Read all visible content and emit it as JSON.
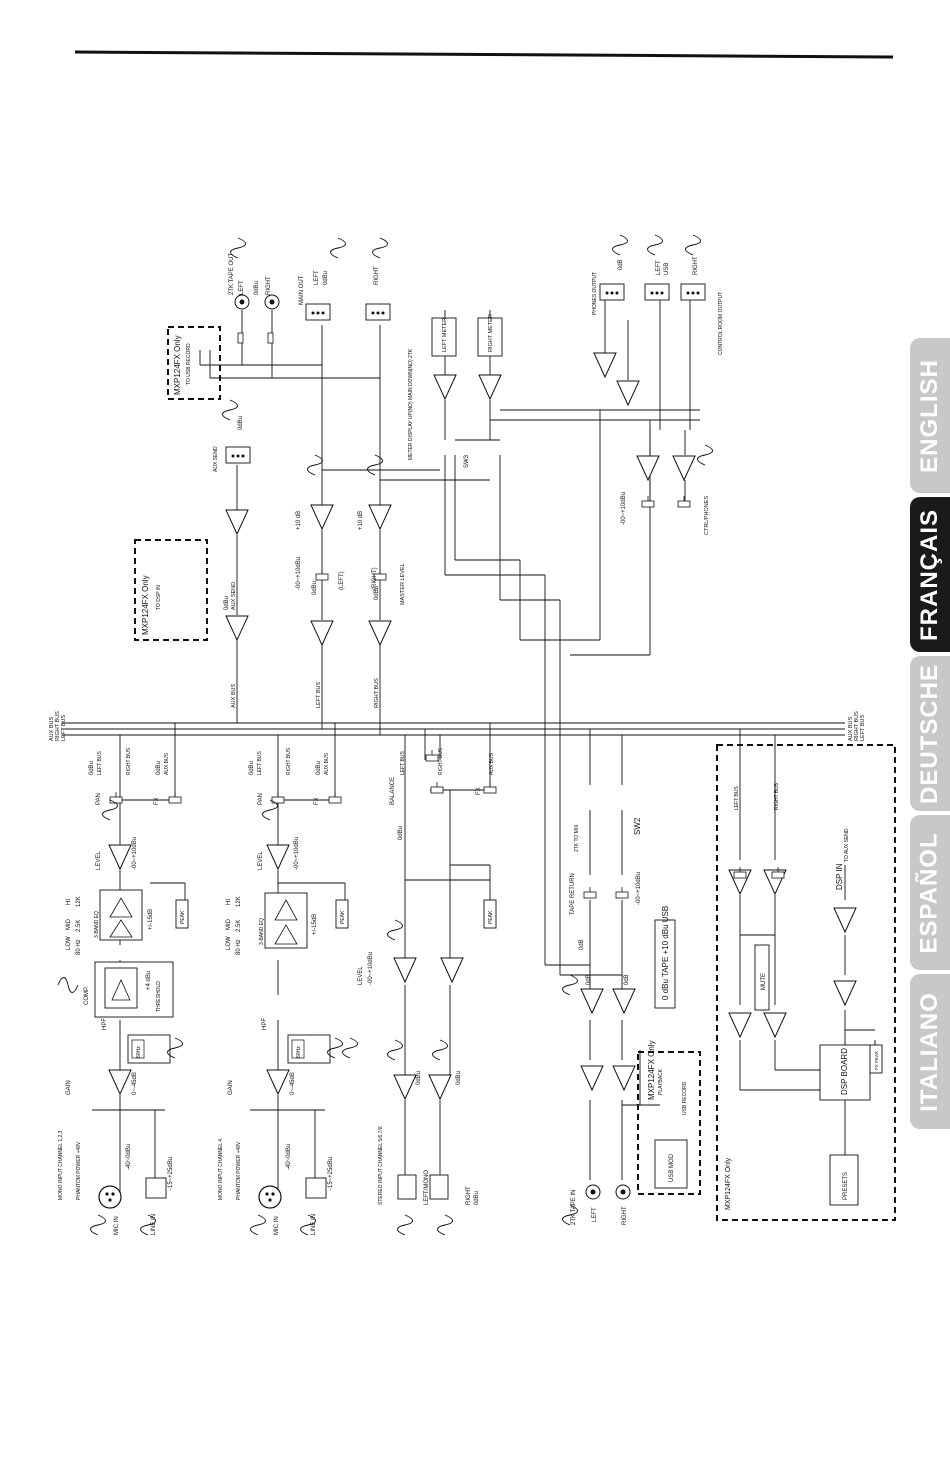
{
  "language_tabs": [
    {
      "label": "ENGLISH",
      "active": false
    },
    {
      "label": "FRANÇAIS",
      "active": true
    },
    {
      "label": "DEUTSCHE",
      "active": false
    },
    {
      "label": "ESPAÑOL",
      "active": false
    },
    {
      "label": "ITALIANO",
      "active": false
    }
  ],
  "colors": {
    "tab_inactive": "#c8c8c8",
    "tab_active": "#1a1a1a",
    "ink": "#111111"
  },
  "bus_labels": {
    "aux": "AUX BUS",
    "right": "RIGHT BUS",
    "left": "LEFT BUS"
  },
  "top_outputs": {
    "tape_out": "2TK TAPE OUT",
    "left": "LEFT",
    "odbu": "0dBu",
    "right": "RIGHT",
    "mxp_usb_title": "MXP124FX Only",
    "to_usb_record": "TO USB RECORD",
    "main_out": "MAIN OUT",
    "left_meter": "LEFT METER",
    "right_meter": "RIGHT METER",
    "meter_display": "METER DISPLAY UP(NO) MAIN DOWN(NO) 2TK",
    "sw3": "SW3",
    "aux_send": "AUX SEND",
    "plus10db": "+10 dB",
    "minus_inf": "-00~+10dBu",
    "left_paren": "(LEFT)",
    "right_paren": "(RIGHT)",
    "master_level": "MASTER LEVEL",
    "mxp_dsp_title": "MXP124FX Only",
    "to_dsp_in": "TO DSP IN",
    "aux_bus": "AUX BUS",
    "left_bus": "LEFT BUS",
    "right_bus": "RIGHT BUS",
    "phones_output": "PHONES OUTPUT",
    "control_room_output": "CONTROL ROOM OUTPUT",
    "ctrl_phones": "CTRL/PHONES",
    "usb": "USB",
    "odb": "0dB"
  },
  "mono_channel": {
    "title_a": "MONO INPUT CHANNEL 1,2,3",
    "title_b": "MONO INPUT CHANNEL 4",
    "phantom": "PHANTOM POWER +48V",
    "mic_in": "MIC IN",
    "line_in": "LINE IN",
    "mic_range": "-40~0dBu",
    "line_range": "-15~+25dBu",
    "gain": "GAIN",
    "gain_range": "0~-45dB",
    "hpf": "HPF",
    "hz80": "80Hz",
    "comp": "COMP.",
    "threshold": "THRESHOLD",
    "plus4db": "+4 dBu",
    "low": "LOW",
    "mid": "MID",
    "hi": "HI",
    "f_low": "80 Hz",
    "f_mid": "2.5K",
    "f_hi": "12K",
    "eq": "3-BAND EQ",
    "eq_range": "+/-15dB",
    "peak": "PEAK",
    "level": "LEVEL",
    "level_range": "-00~+10dBu",
    "pan": "PAN",
    "fx": "FX",
    "odbu": "0dBu",
    "left_bus": "LEFT BUS",
    "right_bus": "RIGHT BUS",
    "aux_bus": "AUX BUS"
  },
  "stereo_channel": {
    "title": "STEREO INPUT CHANNEL 5/6,7/8",
    "left_mono": "LEFT/MONO",
    "right": "RIGHT",
    "odbu": "0dBu",
    "level": "LEVEL",
    "level_range": "-00~+10dBu",
    "balance": "BALANCE",
    "left_bus": "LEFT BUS",
    "right_bus": "RIGHT BUS",
    "aux_bus": "AUX BUS",
    "fx": "FX",
    "peak": "PEAK"
  },
  "tape_section": {
    "title": "2TK TAPE IN",
    "left": "LEFT",
    "right": "RIGHT",
    "tape_return": "TAPE RETURN",
    "tape_range": "-00~+10dBu",
    "to_mix": "2TK TO MIX",
    "sw2": "SW2",
    "odb": "0dB",
    "tape_note": "0 dBu TAPE +10 dBu USB",
    "mxp_title": "MXP124FX Only",
    "playback": "PLAYBACK",
    "usb_record": "USB RECORD",
    "usb_mod": "USB MOD"
  },
  "dsp_section": {
    "title": "MXP124FX Only",
    "left_bus": "LEFT BUS",
    "right_bus": "RIGHT BUS",
    "dsp_in": "DSP IN",
    "to_aux_send": "TO AUX SEND",
    "mute": "MUTE",
    "dsp_board": "DSP BOARD",
    "presets": "PRESETS",
    "fx_peak": "FX PEAK"
  }
}
